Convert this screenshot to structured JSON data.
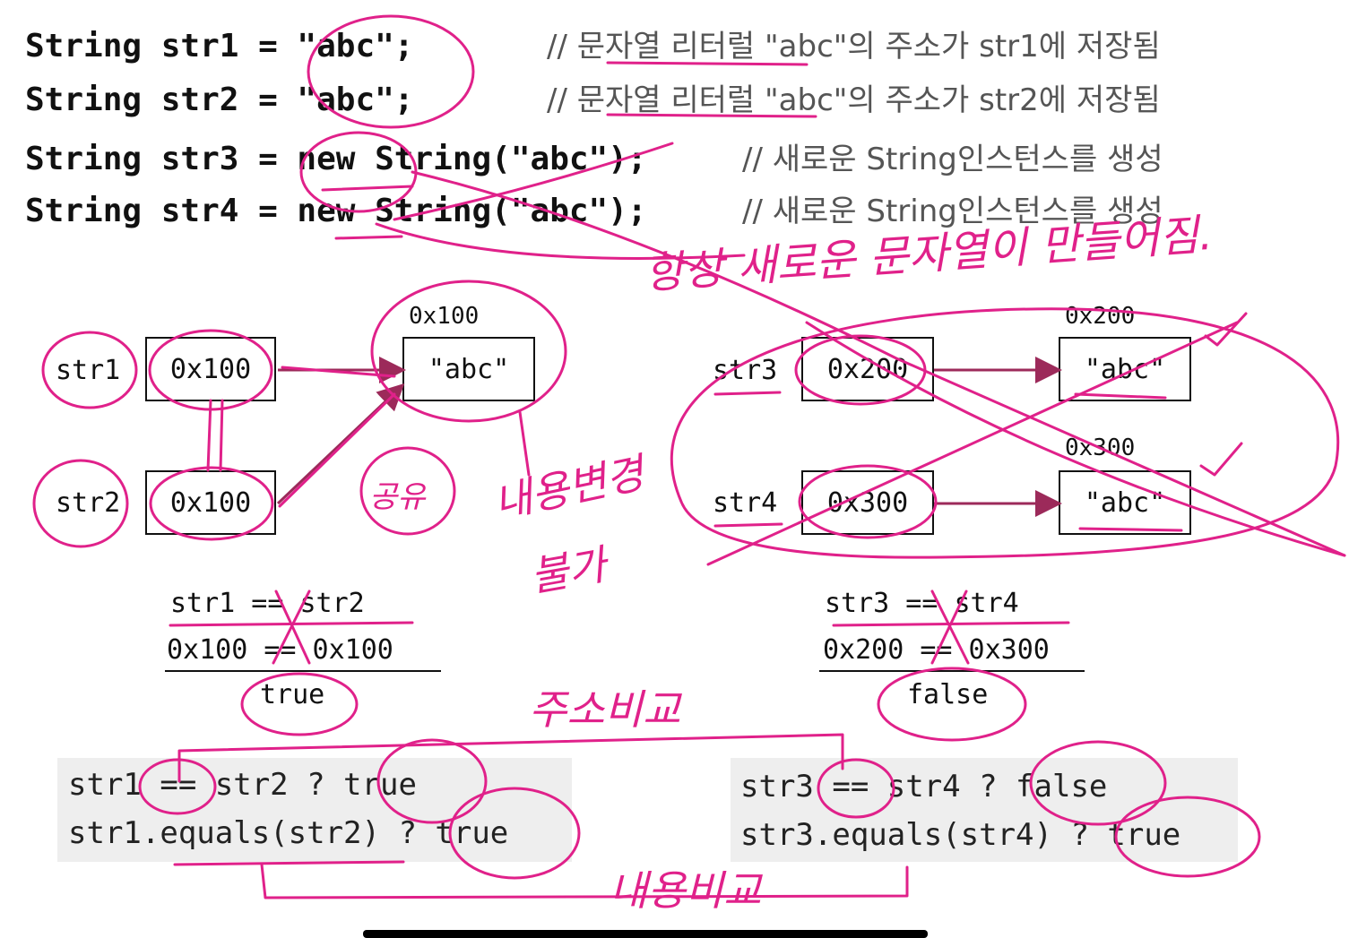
{
  "code": {
    "lines": [
      {
        "code": "String str1 = \"abc\";",
        "comment": "// 문자열 리터럴 \"abc\"의 주소가 str1에 저장됨"
      },
      {
        "code": "String str2 = \"abc\";",
        "comment": "// 문자열 리터럴 \"abc\"의 주소가 str2에 저장됨"
      },
      {
        "code": "String str3 = new String(\"abc\");",
        "comment": "// 새로운 String인스턴스를 생성"
      },
      {
        "code": "String str4 = new String(\"abc\");",
        "comment": "// 새로운 String인스턴스를 생성"
      }
    ]
  },
  "diagram_left": {
    "var1": "str1",
    "var1_value": "0x100",
    "var2": "str2",
    "var2_value": "0x100",
    "obj_address": "0x100",
    "obj_value": "\"abc\""
  },
  "diagram_right": {
    "var3": "str3",
    "var3_value": "0x200",
    "var4": "str4",
    "var4_value": "0x300",
    "obj1_address": "0x200",
    "obj1_value": "\"abc\"",
    "obj2_address": "0x300",
    "obj2_value": "\"abc\""
  },
  "compare_left": {
    "row1": "str1 == str2",
    "row2": "0x100 == 0x100",
    "result": "true"
  },
  "compare_right": {
    "row1": "str3 == str4",
    "row2": "0x200 == 0x300",
    "result": "false"
  },
  "panel_left": {
    "line1": "str1 == str2 ? true",
    "line2": "str1.equals(str2) ? true"
  },
  "panel_right": {
    "line1": "str3 == str4 ? false",
    "line2": "str3.equals(str4) ? true"
  },
  "handwriting": {
    "always_new": "항상 새로운 문자열이 만들어짐.",
    "shared": "공유",
    "immutable_1": "내용변경",
    "immutable_2": "불가",
    "address_compare": "주소비교",
    "content_compare": "내용비교"
  },
  "colors": {
    "ink": "#e0218a",
    "arrow": "#9c2a5a"
  }
}
